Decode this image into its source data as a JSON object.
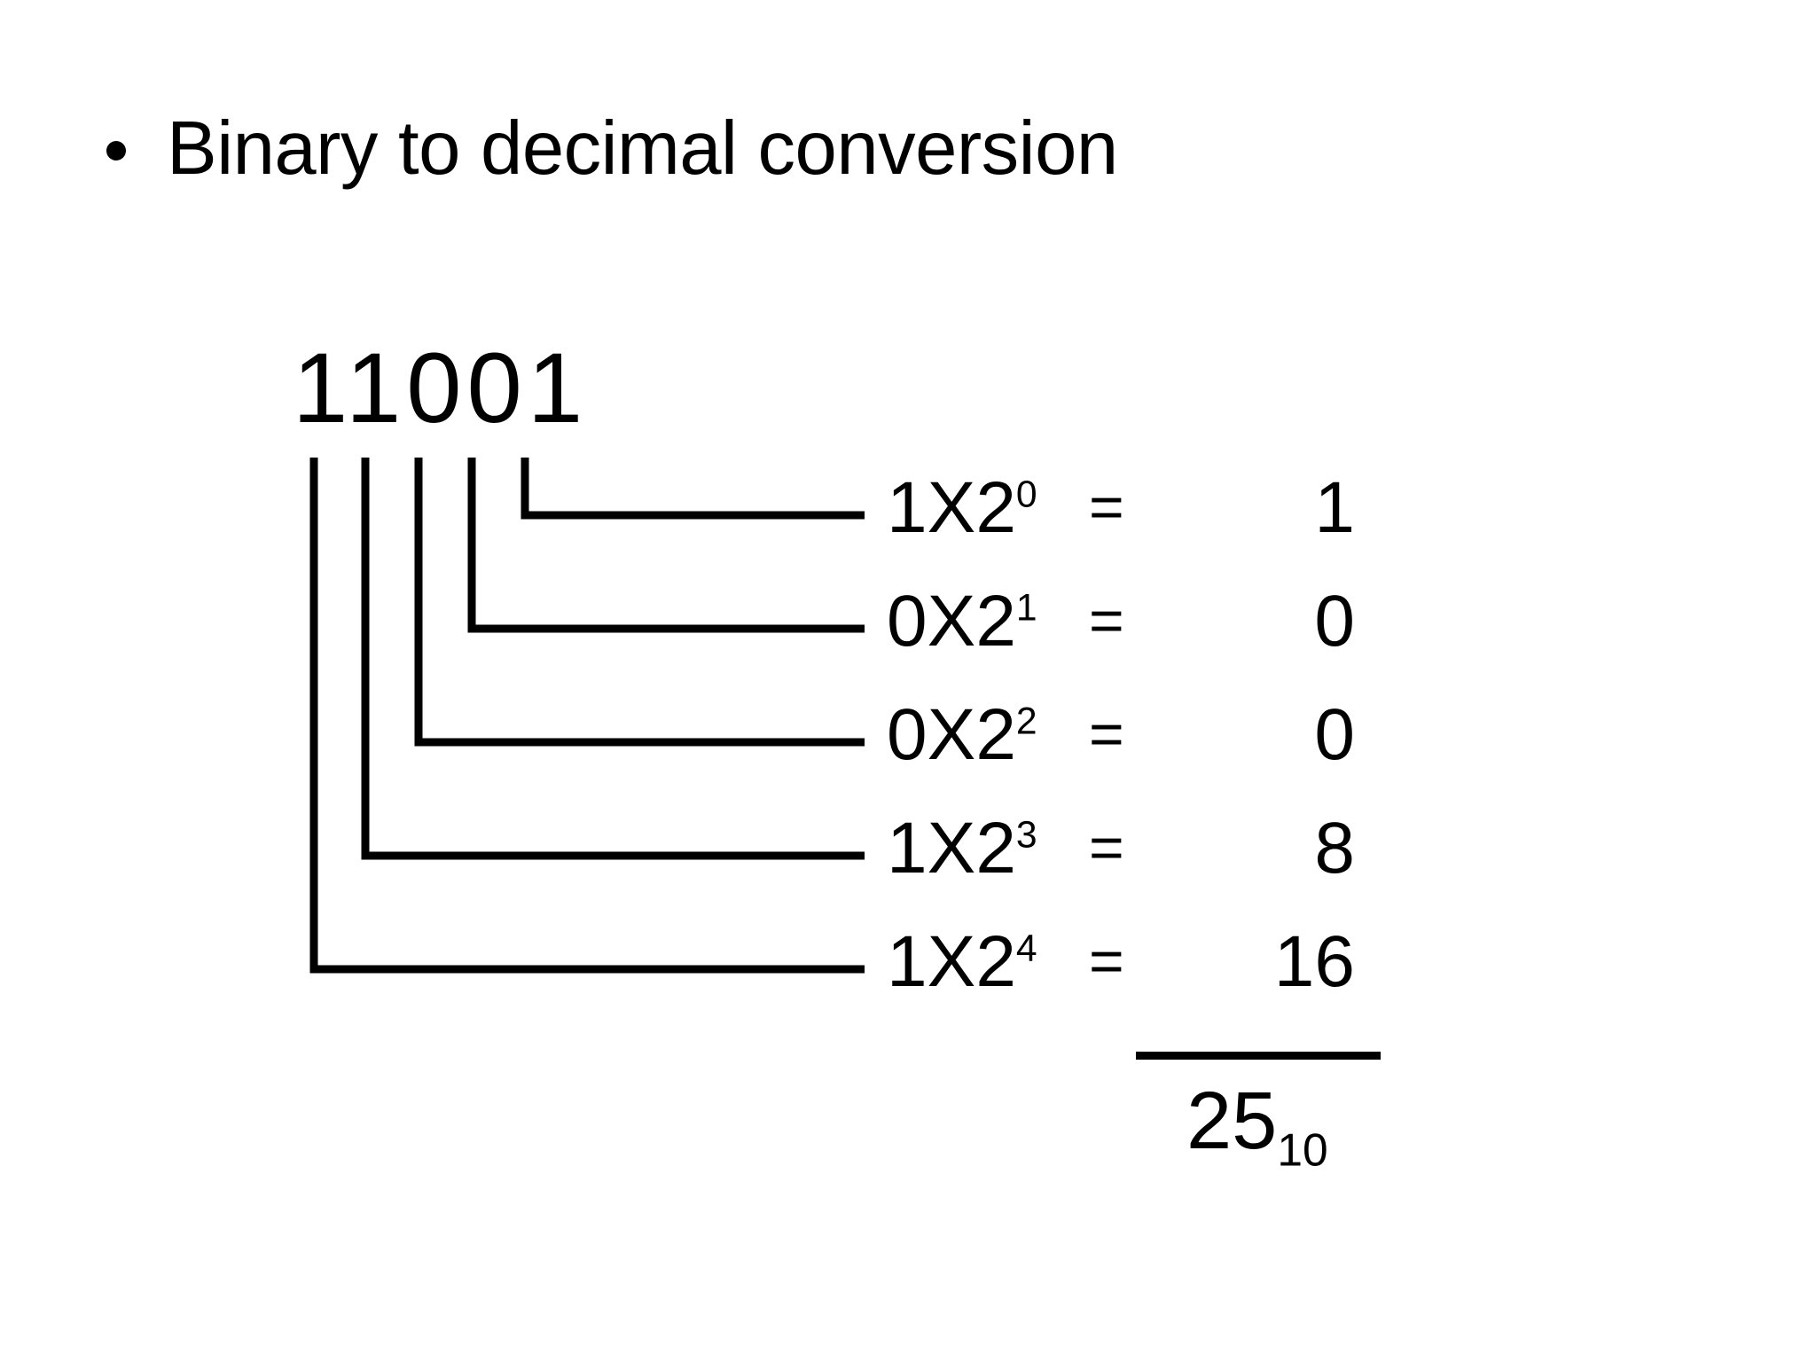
{
  "slide": {
    "background_color": "#ffffff",
    "ink_color": "#000000",
    "bullet": {
      "marker": "bullet-dot",
      "text": "Binary to decimal conversion"
    },
    "binary_number": "11001",
    "binary_digits": [
      "1",
      "1",
      "0",
      "0",
      "1"
    ],
    "equations": [
      {
        "coefficient": "1",
        "operator": "X",
        "base": "2",
        "exponent": "0",
        "equals": "=",
        "value": "1"
      },
      {
        "coefficient": "0",
        "operator": "X",
        "base": "2",
        "exponent": "1",
        "equals": "=",
        "value": "0"
      },
      {
        "coefficient": "0",
        "operator": "X",
        "base": "2",
        "exponent": "2",
        "equals": "=",
        "value": "0"
      },
      {
        "coefficient": "1",
        "operator": "X",
        "base": "2",
        "exponent": "3",
        "equals": "=",
        "value": "8"
      },
      {
        "coefficient": "1",
        "operator": "X",
        "base": "2",
        "exponent": "4",
        "equals": "=",
        "value": "16"
      }
    ],
    "total": {
      "value": "25",
      "subscript": "10"
    }
  },
  "chart_data": {
    "type": "table",
    "title": "Binary to decimal conversion",
    "categories": [
      "1X2⁰",
      "0X2¹",
      "0X2²",
      "1X2³",
      "1X2⁴"
    ],
    "values": [
      1,
      0,
      0,
      8,
      16
    ],
    "binary_input": "11001",
    "decimal_output": 25,
    "output_base": 10,
    "xlabel": "",
    "ylabel": "",
    "grid": false,
    "legend": "none"
  }
}
